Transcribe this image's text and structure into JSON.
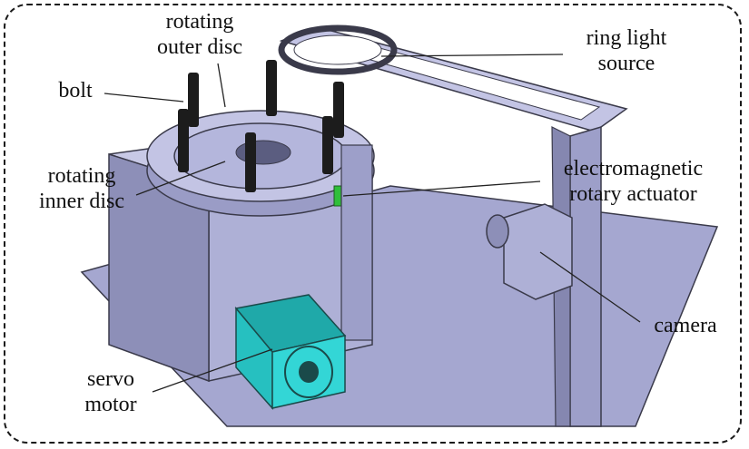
{
  "labels": {
    "rotating_outer_disc": [
      "rotating",
      "outer disc"
    ],
    "bolt": "bolt",
    "rotating_inner_disc": [
      "rotating",
      "inner disc"
    ],
    "ring_light_source": [
      "ring light",
      "source"
    ],
    "electromagnetic_rotary_actuator": [
      "electromagnetic",
      "rotary actuator"
    ],
    "camera": "camera",
    "servo_motor": [
      "servo",
      "motor"
    ]
  },
  "colors": {
    "body": "#aeb0d6",
    "body_dark": "#8d8fb8",
    "body_light": "#c8c9e6",
    "platform": "#a5a7d0",
    "motor": "#33d6d6",
    "motor_dark": "#1fa9a9",
    "bolt": "#1c1c1c",
    "outline": "#3a3a4a",
    "actuator": "#2fbf3a"
  }
}
